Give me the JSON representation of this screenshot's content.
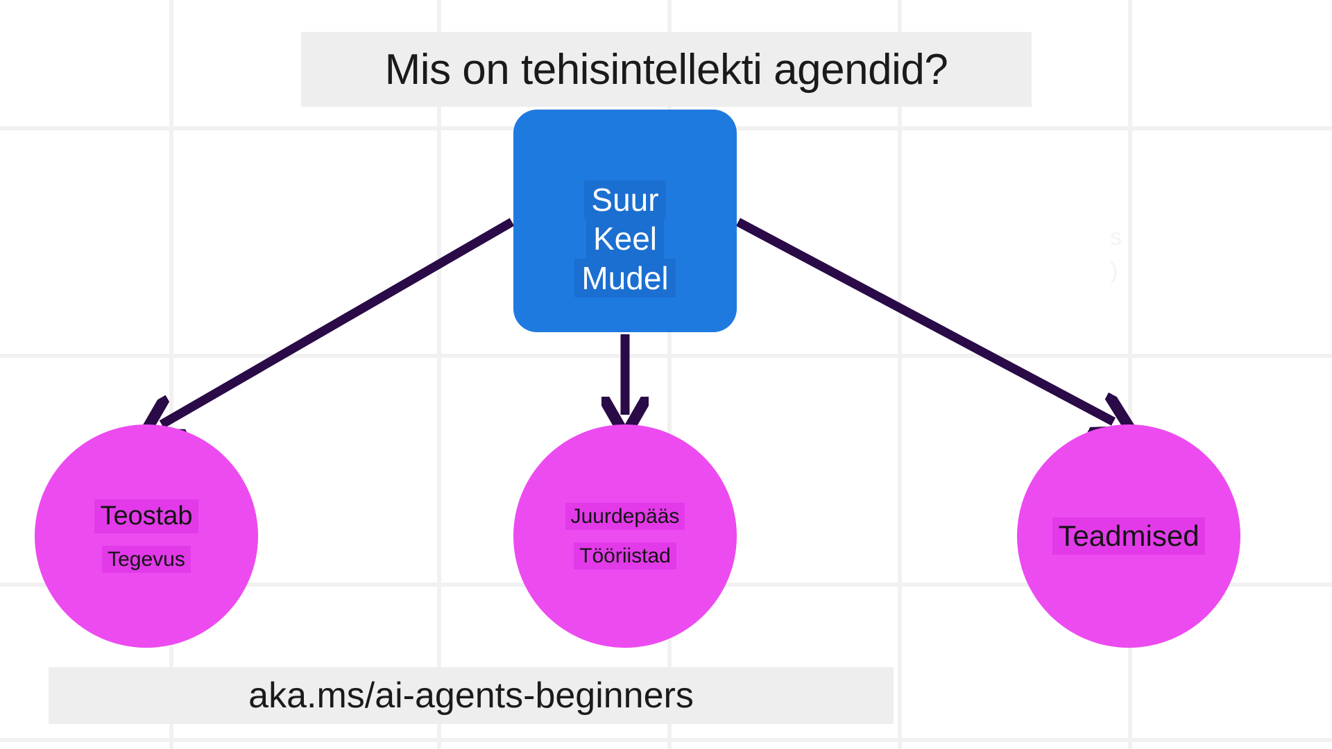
{
  "slide": {
    "title": "Mis on tehisintellekti agendid?",
    "footer_url": "aka.ms/ai-agents-beginners",
    "background_color": "#ffffff",
    "grid_line_color": "#f1f1f1",
    "title_highlight_color": "#eeeeee"
  },
  "diagram": {
    "type": "node-link",
    "root": {
      "id": "llm",
      "lines": [
        "Suur",
        "Keel",
        "Mudel"
      ],
      "shape": "rounded-rectangle",
      "fill_color": "#1f7ae0",
      "text_color": "#ffffff",
      "text_highlight_color": "#1b6fd0"
    },
    "children": [
      {
        "id": "actions",
        "lines": [
          "Teostab",
          "Tegevus"
        ],
        "shape": "circle",
        "fill_color": "#ec4bf0",
        "text_color": "#141414",
        "text_highlight_color": "#e23ae8"
      },
      {
        "id": "tools",
        "lines": [
          "Juurdepääs",
          "Tööriistad"
        ],
        "shape": "circle",
        "fill_color": "#ec4bf0",
        "text_color": "#141414",
        "text_highlight_color": "#e23ae8"
      },
      {
        "id": "knowledge",
        "lines": [
          "Teadmised"
        ],
        "shape": "circle",
        "fill_color": "#ec4bf0",
        "text_color": "#141414",
        "text_highlight_color": "#e23ae8"
      }
    ],
    "edges": [
      {
        "from": "llm",
        "to": "actions",
        "style": "arrow",
        "color": "#2a0a47"
      },
      {
        "from": "llm",
        "to": "tools",
        "style": "arrow",
        "color": "#2a0a47"
      },
      {
        "from": "llm",
        "to": "knowledge",
        "style": "arrow",
        "color": "#2a0a47"
      }
    ]
  },
  "artifacts": {
    "ghost_text": "s\n)"
  }
}
